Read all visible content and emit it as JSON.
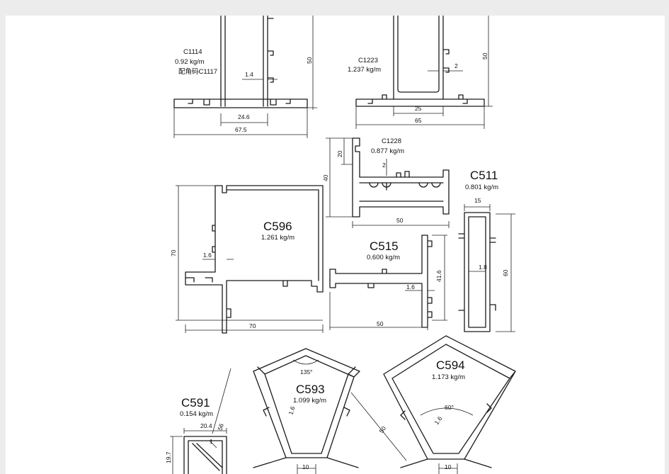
{
  "profiles": {
    "c1114": {
      "code": "C1114",
      "weight": "0.92 kg/m",
      "note": "配角码C1117",
      "dim_height": "50",
      "dim_wall": "1.4",
      "dim_inner": "24.6",
      "dim_width": "67.5"
    },
    "c1223": {
      "code": "C1223",
      "weight": "1.237 kg/m",
      "dim_height": "50",
      "dim_wall": "2",
      "dim_inner": "25",
      "dim_width": "65"
    },
    "c1228": {
      "code": "C1228",
      "weight": "0.877 kg/m",
      "dim_height": "40",
      "dim_top": "20",
      "dim_wall": "2",
      "dim_width": "50"
    },
    "c511": {
      "code": "C511",
      "weight": "0.801 kg/m",
      "dim_width": "15",
      "dim_wall": "1.8",
      "dim_height": "60"
    },
    "c596": {
      "code": "C596",
      "weight": "1.261 kg/m",
      "dim_height": "70",
      "dim_wall": "1.6",
      "dim_width": "70"
    },
    "c515": {
      "code": "C515",
      "weight": "0.600 kg/m",
      "dim_wall": "1.6",
      "dim_height": "41.6",
      "dim_width": "50"
    },
    "c593": {
      "code": "C593",
      "weight": "1.099 kg/m",
      "dim_angle": "135°",
      "dim_side": "56",
      "dim_wall": "1.6",
      "dim_base": "10"
    },
    "c594": {
      "code": "C594",
      "weight": "1.173 kg/m",
      "dim_angle": "60°",
      "dim_side": "50",
      "dim_wall": "1.6",
      "dim_base": "10"
    },
    "c591": {
      "code": "C591",
      "weight": "0.154 kg/m",
      "dim_width": "20.4",
      "dim_height": "19.7",
      "dim_wall": "1"
    }
  }
}
